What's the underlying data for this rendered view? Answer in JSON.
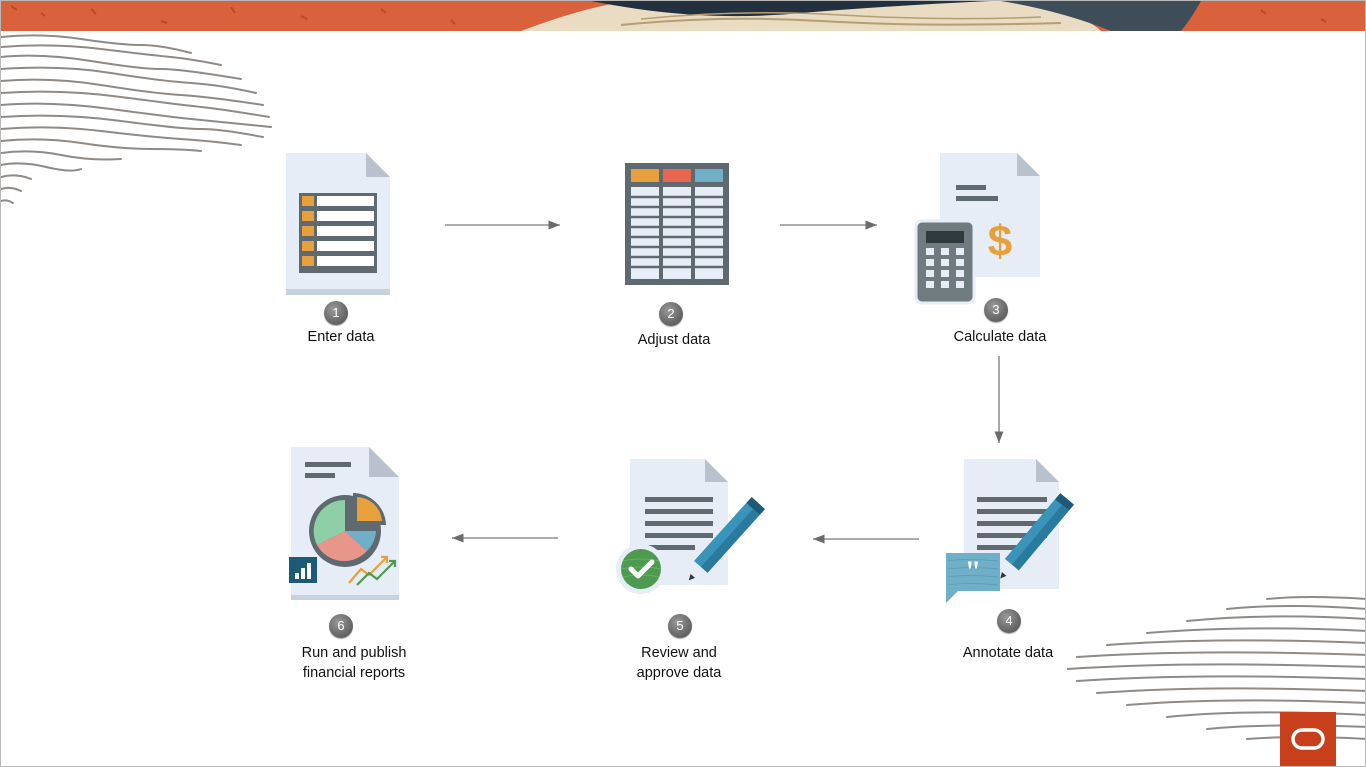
{
  "steps": [
    {
      "number": "1",
      "label": "Enter data",
      "icon": "data-entry-form-icon"
    },
    {
      "number": "2",
      "label": "Adjust data",
      "icon": "spreadsheet-icon"
    },
    {
      "number": "3",
      "label": "Calculate data",
      "icon": "calculator-invoice-icon"
    },
    {
      "number": "4",
      "label": "Annotate data",
      "icon": "annotate-document-icon"
    },
    {
      "number": "5",
      "label": "Review and\napprove data",
      "icon": "approved-document-icon"
    },
    {
      "number": "6",
      "label": "Run and publish\nfinancial reports",
      "icon": "financial-report-icon"
    }
  ],
  "colors": {
    "banner": "#d9613b",
    "oracle_red": "#c7401b",
    "doc_fill": "#e6edf7",
    "bar_gray": "#5f6a70",
    "orange": "#e8a03c",
    "red": "#e8664f",
    "blue": "#6fb0c8",
    "teal": "#2a7a9e",
    "green": "#4e9a50"
  }
}
